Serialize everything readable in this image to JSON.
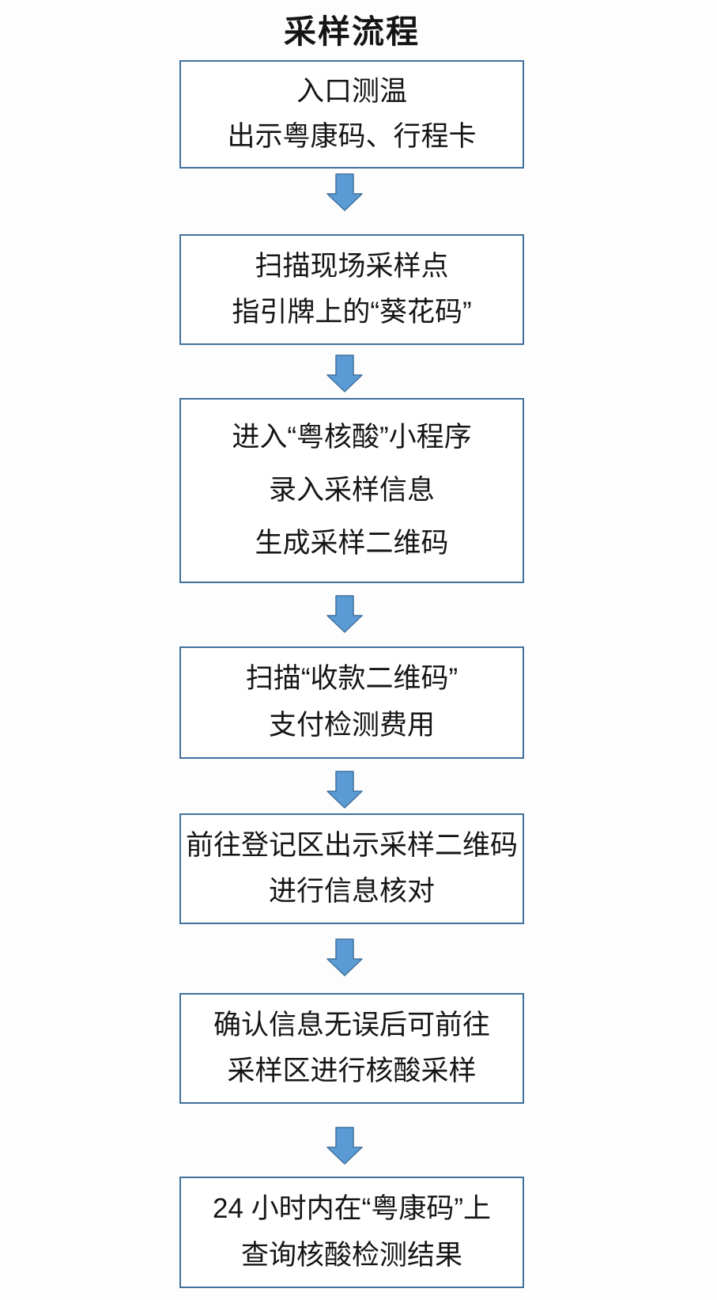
{
  "title": "采样流程",
  "colors": {
    "background": "#fdfdfd",
    "box-border": "#41719C",
    "arrow-fill": "#5B9BD5",
    "arrow-stroke": "#41719C",
    "text": "#151515"
  },
  "arrow_icon": "down-block-arrow",
  "steps": [
    {
      "lines": [
        "入口测温",
        "出示粤康码、行程卡"
      ]
    },
    {
      "lines": [
        "扫描现场采样点",
        "指引牌上的“葵花码”"
      ]
    },
    {
      "lines": [
        "进入“粤核酸”小程序",
        "录入采样信息",
        "生成采样二维码"
      ]
    },
    {
      "lines": [
        "扫描“收款二维码”",
        "支付检测费用"
      ]
    },
    {
      "lines": [
        "前往登记区出示采样二维码",
        "进行信息核对"
      ]
    },
    {
      "lines": [
        "确认信息无误后可前往",
        "采样区进行核酸采样"
      ]
    },
    {
      "lines": [
        "24 小时内在“粤康码”上",
        "查询核酸检测结果"
      ]
    }
  ]
}
